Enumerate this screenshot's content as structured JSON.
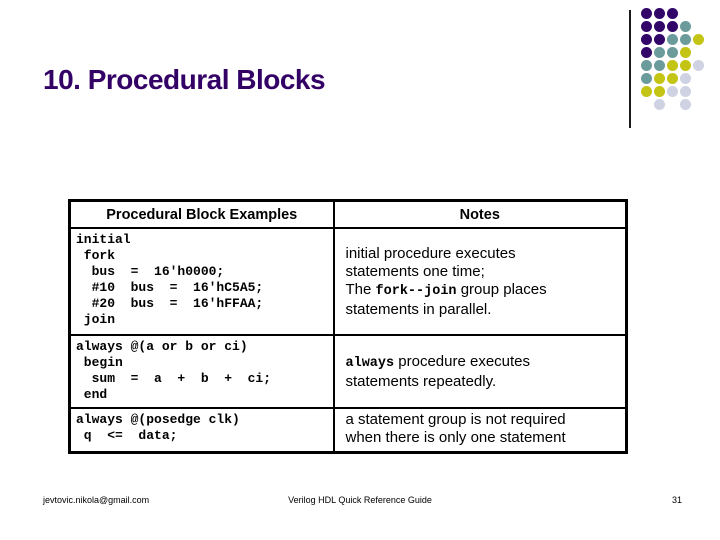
{
  "slide": {
    "title": "10. Procedural Blocks",
    "title_color": "#330066"
  },
  "table": {
    "header": {
      "examples": "Procedural Block Examples",
      "notes": "Notes"
    },
    "rows": [
      {
        "code": "initial\n fork\n  bus  =  16'h0000;\n  #10  bus  =  16'hC5A5;\n  #20  bus  =  16'hFFAA;\n join",
        "note_pre": "initial procedure executes\nstatements one time;\nThe ",
        "note_mono": "fork--join",
        "note_post": " group places\nstatements in parallel."
      },
      {
        "code": "always @(a or b or ci)\n begin\n  sum  =  a  +  b  +  ci;\n end",
        "note_pre": "",
        "note_mono": "always",
        "note_post": " procedure executes\nstatements repeatedly."
      },
      {
        "code": "always @(posedge clk)\n q  <=  data;",
        "note_pre": "a statement group is not required\nwhen there is only one statement",
        "note_mono": "",
        "note_post": ""
      }
    ]
  },
  "footer": {
    "email": "jevtovic.nikola@gmail.com",
    "center": "Verilog HDL Quick Reference Guide",
    "page": "31"
  },
  "decoration": {
    "dot_colors": {
      "D": "#310668",
      "T": "#6B9B9B",
      "Y": "#C4C414",
      "L": "#CFD2E2"
    },
    "dot_grid": [
      "DDD..",
      "DDDT.",
      "DDTTY",
      "DTTY.",
      "TTYYL",
      "TYYL.",
      "YYLL.",
      ".L.L."
    ]
  }
}
